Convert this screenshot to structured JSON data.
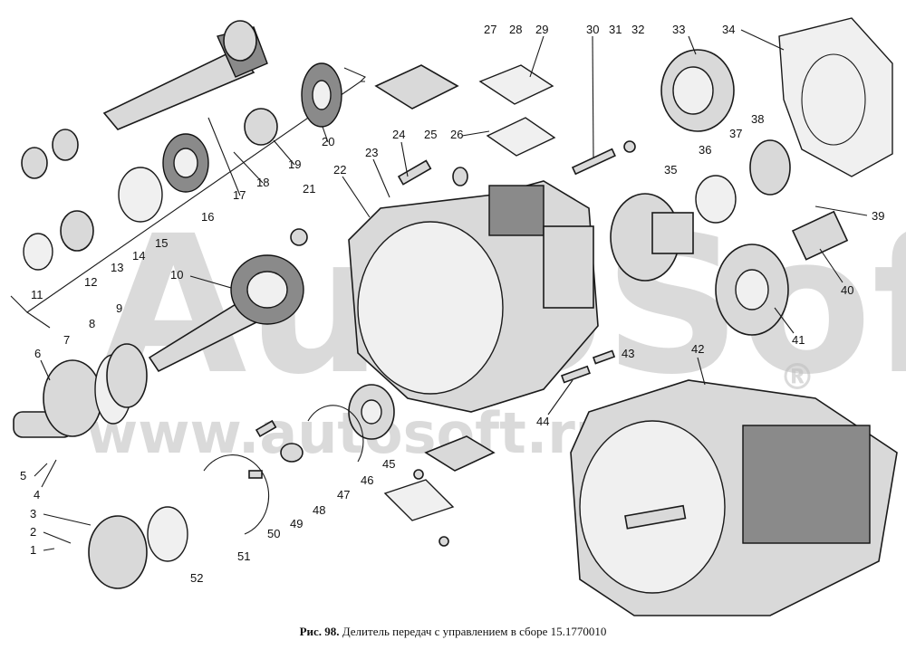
{
  "caption": {
    "figure_prefix": "Рис. 98.",
    "title": "Делитель передач с управлением в сборе 15.1770010"
  },
  "watermark": {
    "logo": "AutoSoft",
    "registered": "®",
    "url": "www.autosoft.ru"
  },
  "labels": [
    "1",
    "2",
    "3",
    "4",
    "5",
    "6",
    "7",
    "8",
    "9",
    "10",
    "11",
    "12",
    "13",
    "14",
    "15",
    "16",
    "17",
    "18",
    "19",
    "20",
    "21",
    "22",
    "23",
    "24",
    "25",
    "26",
    "27",
    "28",
    "29",
    "30",
    "31",
    "32",
    "33",
    "34",
    "35",
    "36",
    "37",
    "38",
    "39",
    "40",
    "41",
    "42",
    "43",
    "44",
    "45",
    "46",
    "47",
    "48",
    "49",
    "50",
    "51",
    "52"
  ],
  "colors": {
    "ink": "#1a1a1a",
    "metal": "#d9d9d9",
    "shadow": "#8a8a8a",
    "watermark": "#bdbdbd"
  }
}
